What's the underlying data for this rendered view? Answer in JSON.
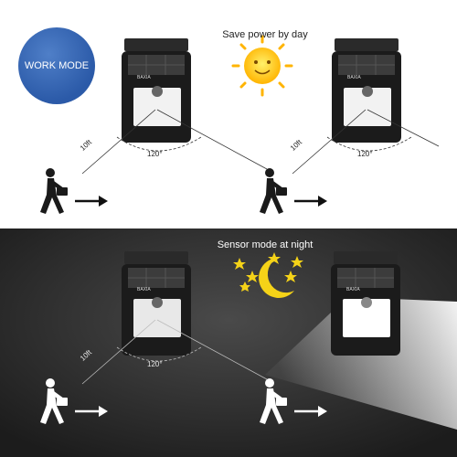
{
  "work_mode": "WORK MODE",
  "day_caption": "Save power by day",
  "night_caption": "Sensor mode at night",
  "brand": "BAXIA",
  "distance_label": "10ft",
  "angle_label": "120°",
  "colors": {
    "badge": "#2b5aa8",
    "sun": "#ffd21f",
    "moon": "#f5d318",
    "night_bg": "#2e2e2e"
  }
}
